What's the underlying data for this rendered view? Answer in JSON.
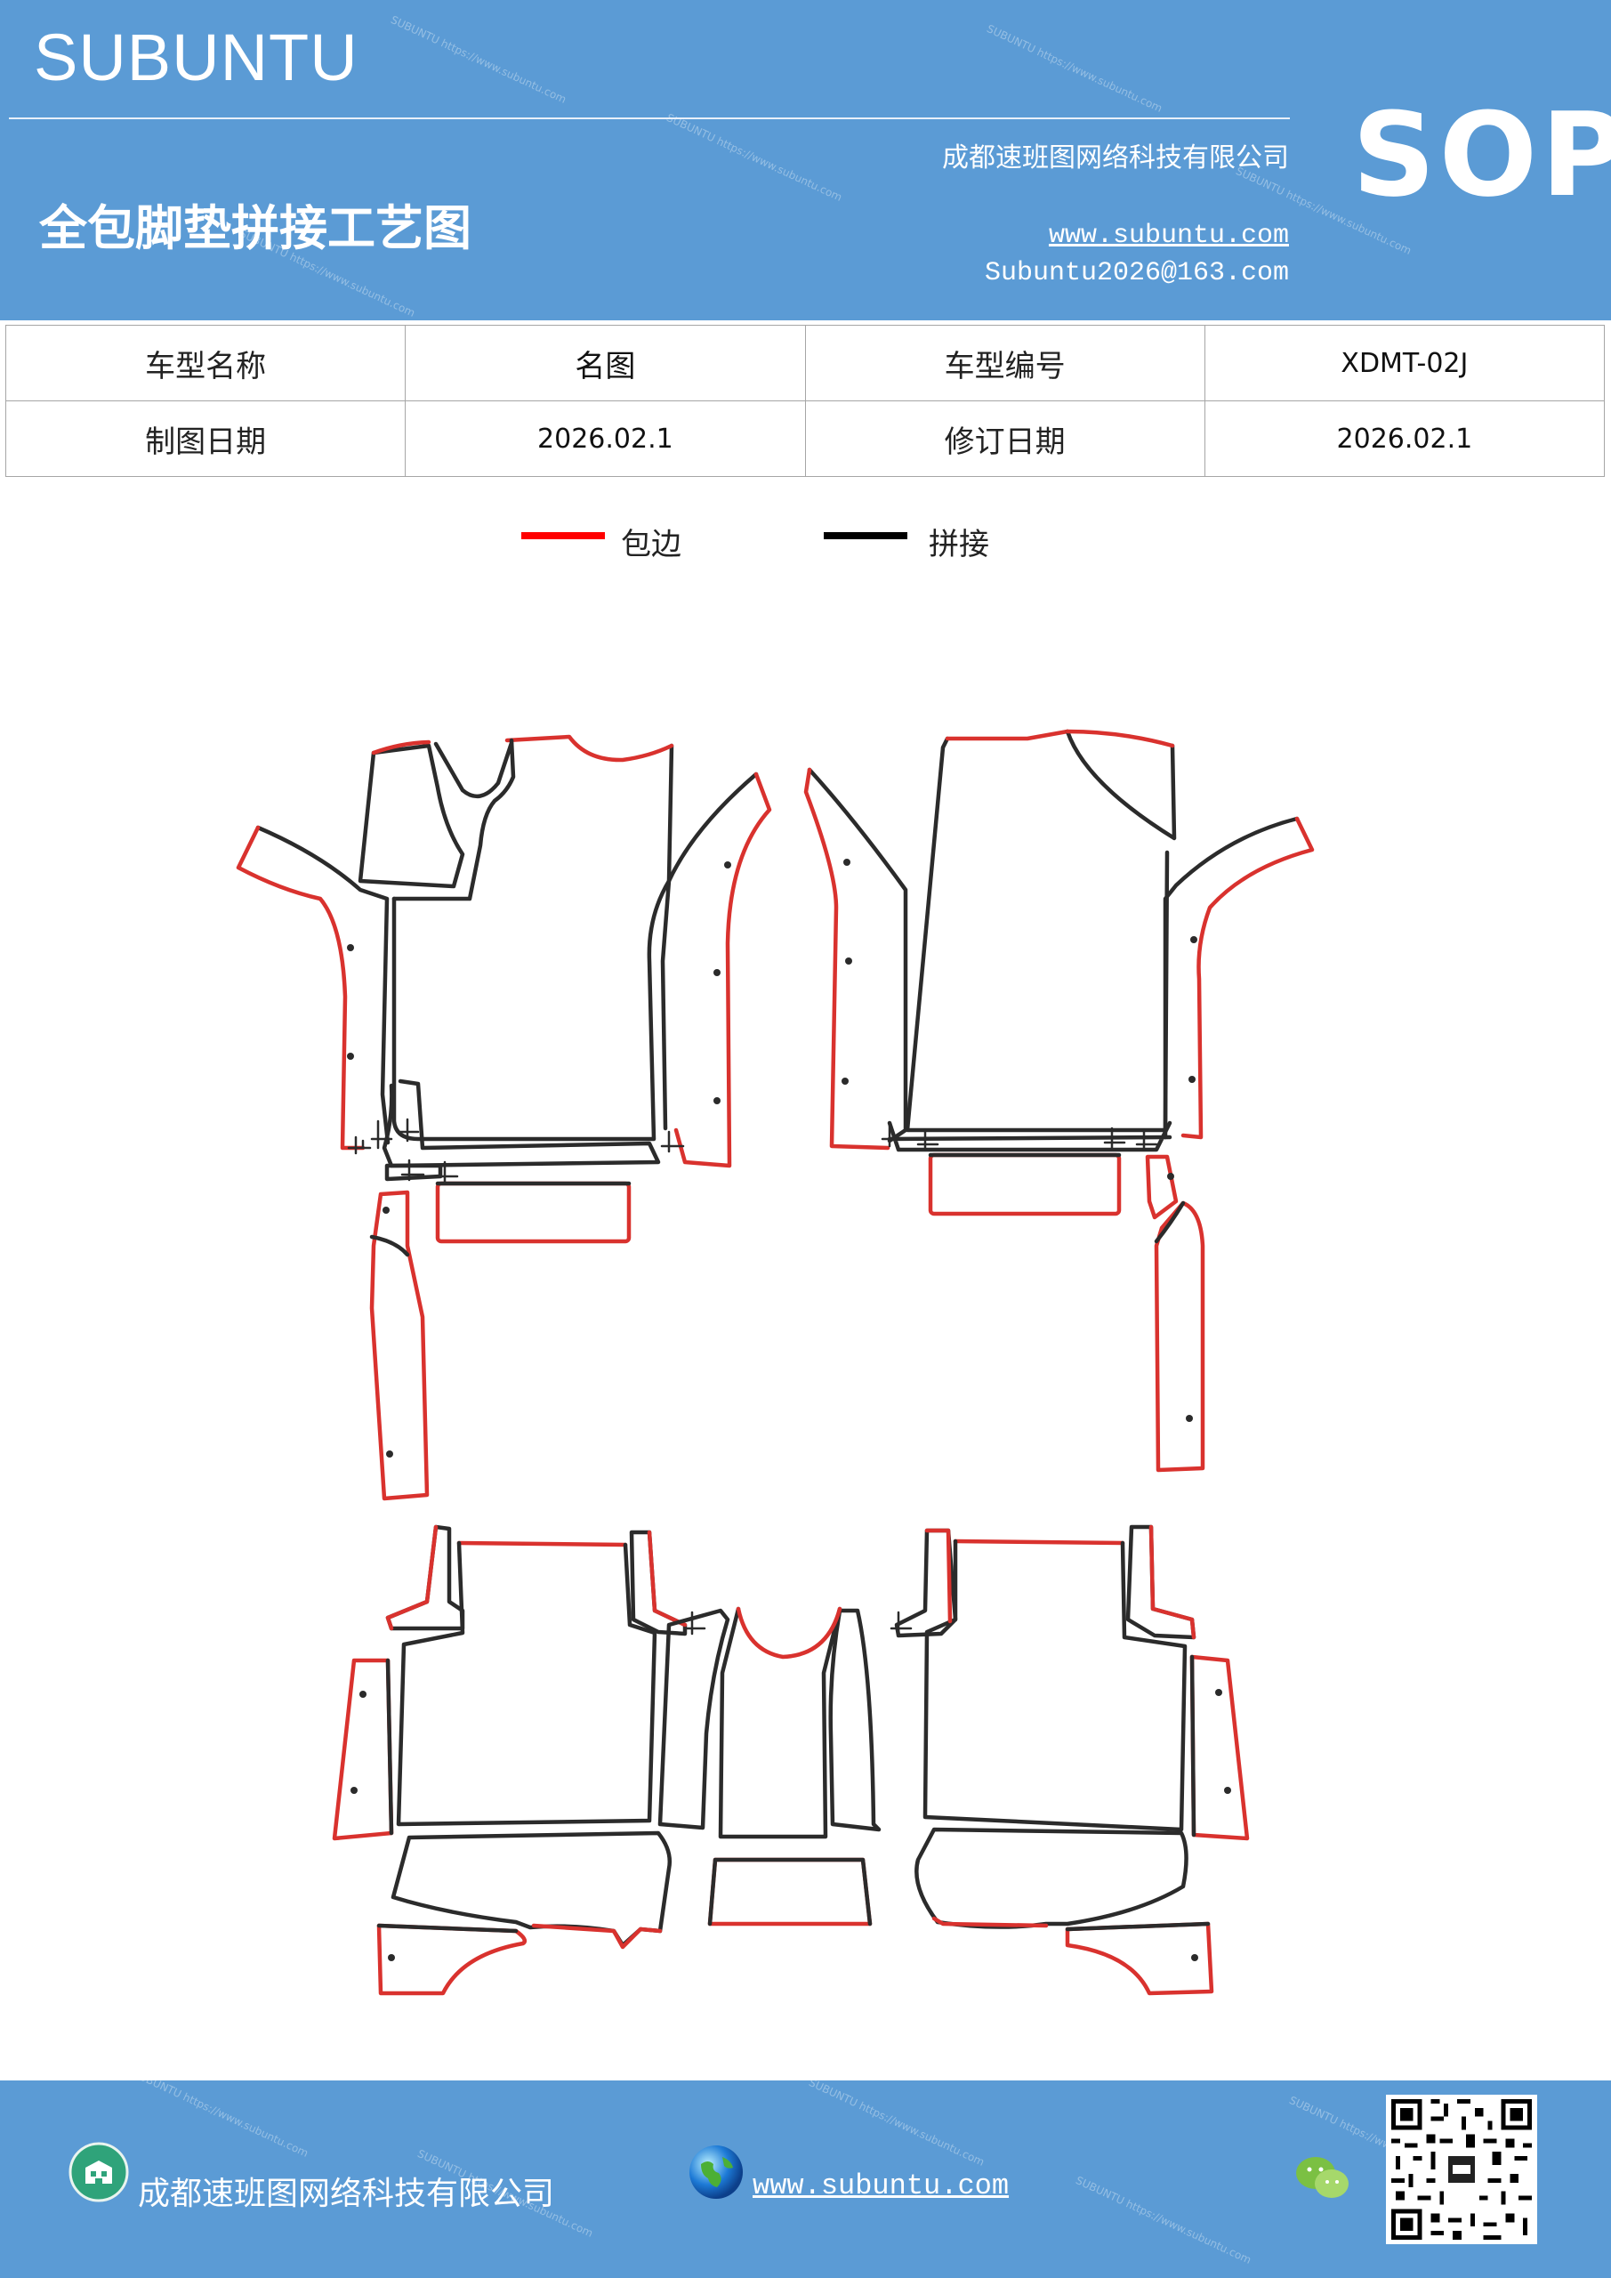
{
  "header": {
    "brand": "SUBUNTU",
    "title": "全包脚垫拼接工艺图",
    "company": "成都速班图网络科技有限公司",
    "website": "www.subuntu.com",
    "email": "Subuntu2026@163.com",
    "badge": "SOP",
    "watermark_text": "SUBUNTU https://www.subuntu.com"
  },
  "info_table": {
    "rows": [
      [
        {
          "text": "车型名称"
        },
        {
          "text": "名图"
        },
        {
          "text": "车型编号"
        },
        {
          "text": "XDMT-02J"
        }
      ],
      [
        {
          "text": "制图日期"
        },
        {
          "text": "2026.02.1"
        },
        {
          "text": "修订日期"
        },
        {
          "text": "2026.02.1"
        }
      ]
    ]
  },
  "legend": {
    "items": [
      {
        "label": "包边",
        "color": "#ff0000"
      },
      {
        "label": "拼接",
        "color": "#000000"
      }
    ]
  },
  "diagram": {
    "wrap_color": "#d9322e",
    "seam_color": "#2b2b2b"
  },
  "footer": {
    "company": "成都速班图网络科技有限公司",
    "website": "www.subuntu.com ",
    "icons": [
      "company-icon",
      "globe-icon",
      "wechat-icon",
      "qr-code"
    ]
  }
}
